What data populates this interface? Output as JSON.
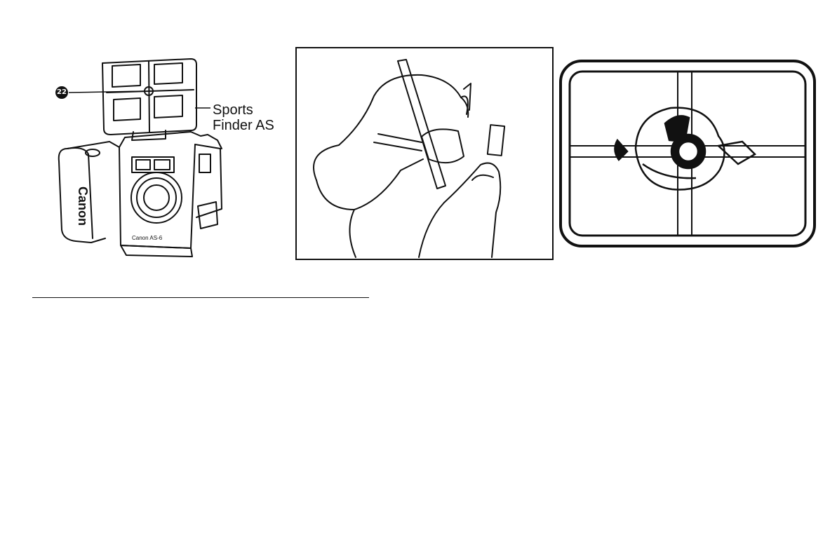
{
  "figures": {
    "camera": {
      "callout_number": "22",
      "callout_label_line1": "Sports",
      "callout_label_line2": "Finder AS",
      "brand_mark": "Canon",
      "model_mark": "Canon AS-6"
    },
    "diver": {},
    "viewfinder": {}
  },
  "colors": {
    "ink": "#111111",
    "paper": "#ffffff"
  }
}
